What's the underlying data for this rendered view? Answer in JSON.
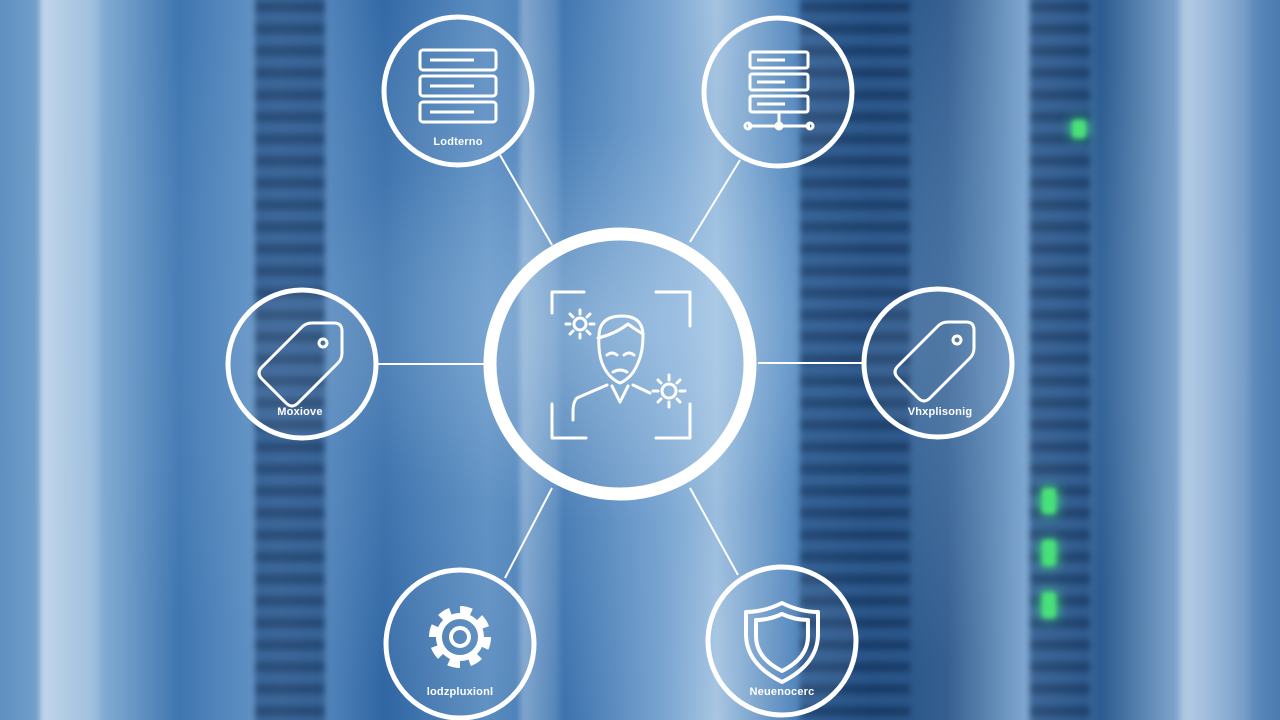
{
  "diagram": {
    "center": {
      "icon": "face-recognition-gears-icon"
    },
    "nodes": [
      {
        "id": "top-left",
        "label": "Lodterno",
        "icon": "server-stack-icon"
      },
      {
        "id": "top-right",
        "label": "",
        "icon": "network-server-icon"
      },
      {
        "id": "mid-left",
        "label": "Moxiove",
        "icon": "tag-icon"
      },
      {
        "id": "mid-right",
        "label": "Vhxplisonig",
        "icon": "tag-icon"
      },
      {
        "id": "bottom-left",
        "label": "lodzpluxionl",
        "icon": "gear-icon"
      },
      {
        "id": "bottom-right",
        "label": "Neuenocerc",
        "icon": "shield-icon"
      }
    ]
  },
  "colors": {
    "background_primary": "#2a5f9a",
    "line": "#ffffff",
    "status_led": "#49e07a"
  }
}
